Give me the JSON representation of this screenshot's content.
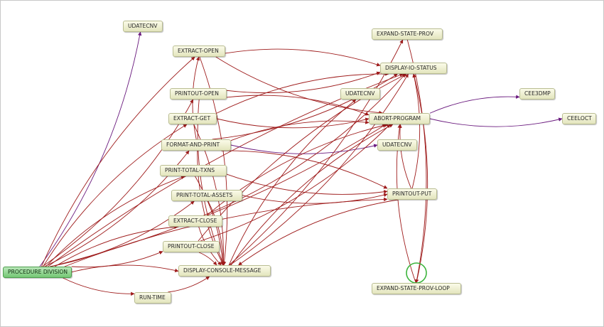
{
  "colors": {
    "call_edge": "#9e1b1b",
    "external_edge": "#6a1a7e",
    "loop_marker": "#3cb43c",
    "node_fill": "#f1f2d4",
    "root_fill": "#8fd48f"
  },
  "graph": {
    "nodes": [
      {
        "id": "procedure-division",
        "label": "PROCEDURE DIVISION",
        "root": true
      },
      {
        "id": "udatecnv-top",
        "label": "UDATECNV"
      },
      {
        "id": "extract-open",
        "label": "EXTRACT-OPEN"
      },
      {
        "id": "printout-open",
        "label": "PRINTOUT-OPEN"
      },
      {
        "id": "extract-get",
        "label": "EXTRACT-GET"
      },
      {
        "id": "format-and-print",
        "label": "FORMAT-AND-PRINT"
      },
      {
        "id": "print-total-txns",
        "label": "PRINT-TOTAL-TXNS"
      },
      {
        "id": "print-total-assets",
        "label": "PRINT-TOTAL-ASSETS"
      },
      {
        "id": "extract-close",
        "label": "EXTRACT-CLOSE"
      },
      {
        "id": "printout-close",
        "label": "PRINTOUT-CLOSE"
      },
      {
        "id": "display-console-message",
        "label": "DISPLAY-CONSOLE-MESSAGE"
      },
      {
        "id": "run-time",
        "label": "RUN-TIME"
      },
      {
        "id": "expand-state-prov",
        "label": "EXPAND-STATE-PROV"
      },
      {
        "id": "display-io-status",
        "label": "DISPLAY-IO-STATUS"
      },
      {
        "id": "udatecnv-mid",
        "label": "UDATECNV"
      },
      {
        "id": "abort-program",
        "label": "ABORT-PROGRAM"
      },
      {
        "id": "udatecnv-low",
        "label": "UDATECNV"
      },
      {
        "id": "printout-put",
        "label": "PRINTOUT-PUT"
      },
      {
        "id": "expand-state-prov-loop",
        "label": "EXPAND-STATE-PROV-LOOP"
      },
      {
        "id": "cee3dmp",
        "label": "CEE3DMP"
      },
      {
        "id": "ceeloct",
        "label": "CEELOCT"
      }
    ],
    "edges": [
      [
        "procedure-division",
        "udatecnv-top",
        "external"
      ],
      [
        "procedure-division",
        "extract-open",
        "call"
      ],
      [
        "procedure-division",
        "printout-open",
        "call"
      ],
      [
        "procedure-division",
        "extract-get",
        "call"
      ],
      [
        "procedure-division",
        "format-and-print",
        "call"
      ],
      [
        "procedure-division",
        "print-total-txns",
        "call"
      ],
      [
        "procedure-division",
        "print-total-assets",
        "call"
      ],
      [
        "procedure-division",
        "extract-close",
        "call"
      ],
      [
        "procedure-division",
        "printout-close",
        "call"
      ],
      [
        "procedure-division",
        "display-console-message",
        "call"
      ],
      [
        "procedure-division",
        "run-time",
        "call"
      ],
      [
        "procedure-division",
        "display-io-status",
        "call"
      ],
      [
        "procedure-division",
        "abort-program",
        "call"
      ],
      [
        "procedure-division",
        "printout-put",
        "call"
      ],
      [
        "run-time",
        "display-console-message",
        "call"
      ],
      [
        "extract-open",
        "display-io-status",
        "call"
      ],
      [
        "extract-open",
        "abort-program",
        "call"
      ],
      [
        "extract-open",
        "display-console-message",
        "call"
      ],
      [
        "printout-open",
        "display-io-status",
        "call"
      ],
      [
        "printout-open",
        "abort-program",
        "call"
      ],
      [
        "printout-open",
        "display-console-message",
        "call"
      ],
      [
        "extract-get",
        "display-io-status",
        "call"
      ],
      [
        "extract-get",
        "abort-program",
        "call"
      ],
      [
        "extract-get",
        "display-console-message",
        "call"
      ],
      [
        "format-and-print",
        "udatecnv-low",
        "external"
      ],
      [
        "format-and-print",
        "printout-put",
        "call"
      ],
      [
        "format-and-print",
        "display-io-status",
        "call"
      ],
      [
        "format-and-print",
        "abort-program",
        "call"
      ],
      [
        "format-and-print",
        "display-console-message",
        "call"
      ],
      [
        "format-and-print",
        "extract-open",
        "call"
      ],
      [
        "print-total-txns",
        "printout-put",
        "call"
      ],
      [
        "print-total-txns",
        "display-console-message",
        "call"
      ],
      [
        "print-total-assets",
        "printout-put",
        "call"
      ],
      [
        "print-total-assets",
        "display-console-message",
        "call"
      ],
      [
        "extract-close",
        "display-io-status",
        "call"
      ],
      [
        "extract-close",
        "abort-program",
        "call"
      ],
      [
        "extract-close",
        "display-console-message",
        "call"
      ],
      [
        "printout-close",
        "display-io-status",
        "call"
      ],
      [
        "printout-close",
        "abort-program",
        "call"
      ],
      [
        "printout-close",
        "display-console-message",
        "call"
      ],
      [
        "printout-put",
        "display-io-status",
        "call"
      ],
      [
        "printout-put",
        "abort-program",
        "call"
      ],
      [
        "printout-put",
        "display-console-message",
        "call"
      ],
      [
        "display-console-message",
        "udatecnv-mid",
        "call"
      ],
      [
        "display-console-message",
        "display-io-status",
        "call"
      ],
      [
        "display-console-message",
        "abort-program",
        "call"
      ],
      [
        "display-console-message",
        "expand-state-prov",
        "call"
      ],
      [
        "abort-program",
        "cee3dmp",
        "external"
      ],
      [
        "abort-program",
        "ceeloct",
        "external"
      ],
      [
        "expand-state-prov",
        "expand-state-prov-loop",
        "call"
      ],
      [
        "expand-state-prov-loop",
        "display-io-status",
        "call"
      ],
      [
        "expand-state-prov-loop",
        "abort-program",
        "call"
      ],
      [
        "expand-state-prov-loop",
        "expand-state-prov-loop",
        "loop"
      ]
    ]
  }
}
